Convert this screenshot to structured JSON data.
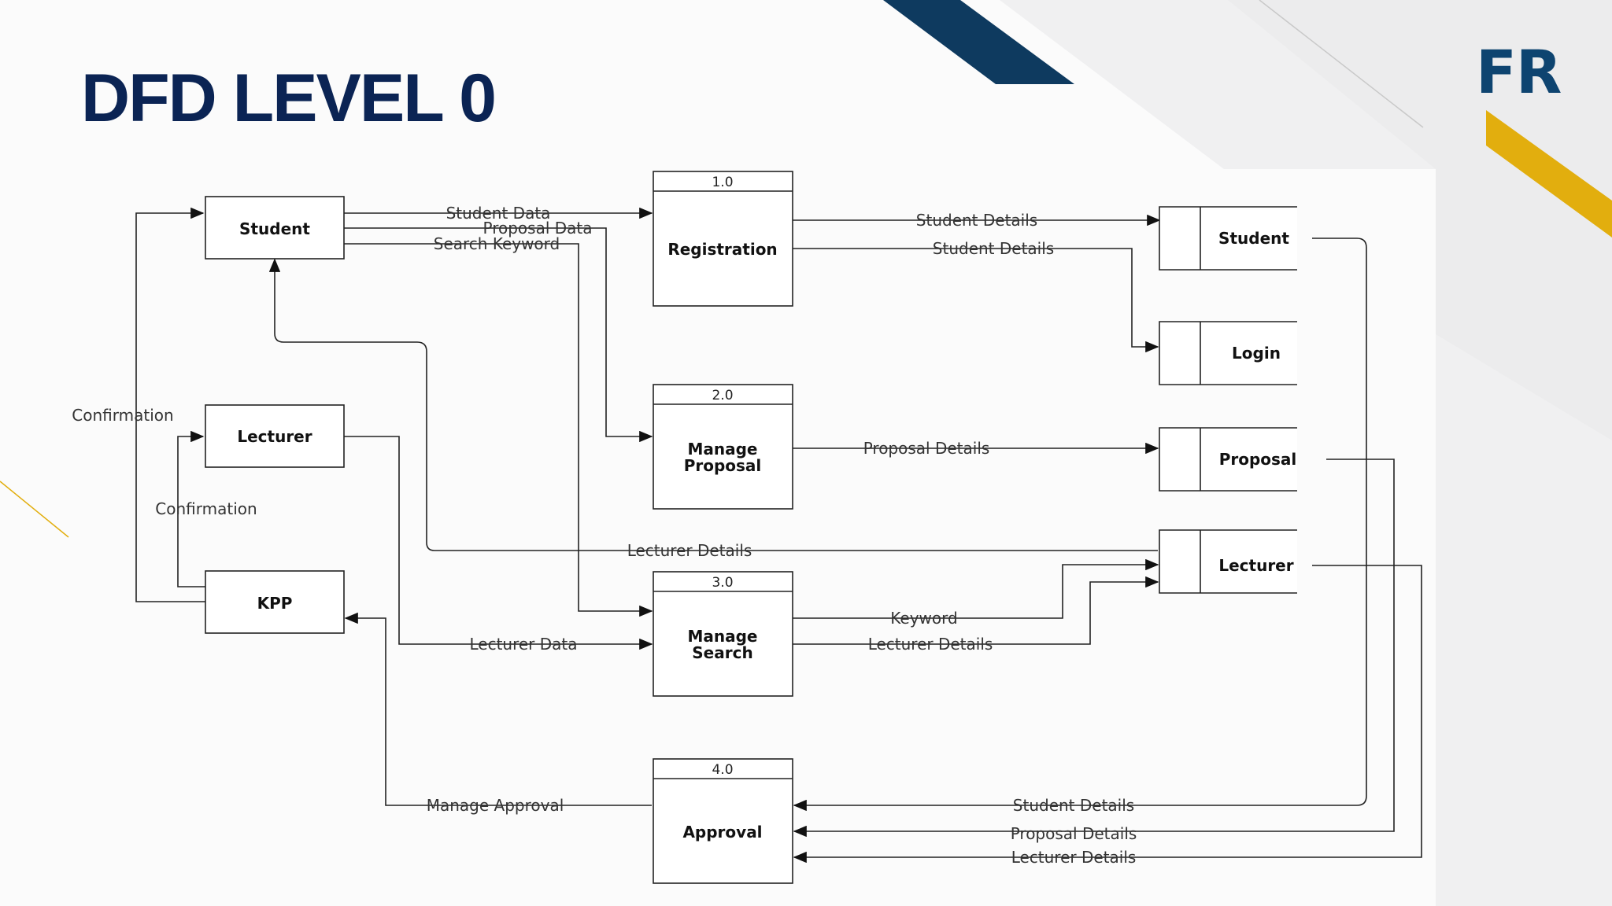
{
  "slide": {
    "title": "DFD LEVEL 0",
    "logo_text": "FR",
    "colors": {
      "title": "#0b2454",
      "navy_stripe": "#0e3a5f",
      "gold_stripe": "#e2ae0e",
      "logo": "#0e4470"
    }
  },
  "entities": {
    "student": "Student",
    "lecturer": "Lecturer",
    "kpp": "KPP"
  },
  "processes": [
    {
      "id": "1.0",
      "name": [
        "Registration"
      ]
    },
    {
      "id": "2.0",
      "name": [
        "Manage",
        "Proposal"
      ]
    },
    {
      "id": "3.0",
      "name": [
        "Manage",
        "Search"
      ]
    },
    {
      "id": "4.0",
      "name": [
        "Approval"
      ]
    }
  ],
  "stores": {
    "student": "Student",
    "login": "Login",
    "proposal": "Proposal",
    "lecturer": "Lecturer"
  },
  "flows": {
    "student_data": "Student Data",
    "proposal_data": "Proposal Data",
    "search_keyword": "Search Keyword",
    "student_details_1": "Student Details",
    "student_details_2": "Student Details",
    "proposal_details": "Proposal Details",
    "lecturer_details": "Lecturer Details",
    "keyword": "Keyword",
    "lecturer_details_2": "Lecturer Details",
    "lecturer_data": "Lecturer Data",
    "manage_approval": "Manage Approval",
    "confirmation_1": "Confirmation",
    "confirmation_2": "Confirmation",
    "approval_student_details": "Student Details",
    "approval_proposal_details": "Proposal Details",
    "approval_lecturer_details": "Lecturer Details"
  }
}
